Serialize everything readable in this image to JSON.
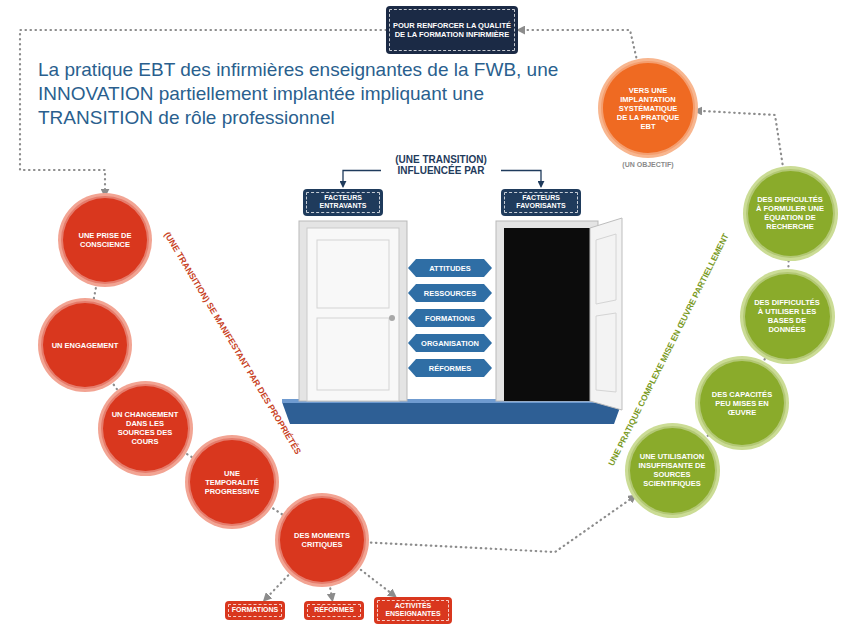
{
  "diagram": {
    "title": "La pratique EBT des infirmières enseignantes de la FWB, une INNOVATION partiellement implantée impliquant une TRANSITION de rôle professionnel",
    "nodes": [
      {
        "text": [
          "POUR RENFORCER LA QUALITÉ DE LA FORMATION INFIRMIÈRE"
        ]
      },
      {
        "text": [
          "VERS UNE IMPLANTATION SYSTÉMATIQUE DE LA PRATIQUE EBT",
          "(UN OBJECTIF)"
        ]
      },
      {
        "text": [
          "FACTEURS ENTRAVANTS"
        ]
      },
      {
        "text": [
          "FACTEURS FAVORISANTS"
        ]
      },
      {
        "text": [
          "ATTITUDES"
        ]
      },
      {
        "text": [
          "RESSOURCES"
        ]
      },
      {
        "text": [
          "FORMATIONS"
        ]
      },
      {
        "text": [
          "ORGANISATION"
        ]
      },
      {
        "text": [
          "RÉFORMES"
        ]
      },
      {
        "text": [
          "UNE PRISE DE CONSCIENCE"
        ]
      },
      {
        "text": [
          "UN ENGAGEMENT"
        ]
      },
      {
        "text": [
          "UN CHANGEMENT DANS LES SOURCES DES COURS"
        ]
      },
      {
        "text": [
          "UNE TEMPORALITÉ PROGRESSIVE"
        ]
      },
      {
        "text": [
          "DES MOMENTS CRITIQUES"
        ]
      },
      {
        "text": [
          "FORMATIONS"
        ]
      },
      {
        "text": [
          "RÉFORMES"
        ]
      },
      {
        "text": [
          "ACTIVITÉS ENSEIGNANTES"
        ]
      },
      {
        "text": [
          "DES DIFFICULTÉS À FORMULER UNE ÉQUATION DE RECHERCHE"
        ]
      },
      {
        "text": [
          "DES DIFFICULTÉS À UTILISER LES BASES DE DONNÉES"
        ]
      },
      {
        "text": [
          "DES CAPACITÉS PEU MISES EN ŒUVRE"
        ]
      },
      {
        "text": [
          "UNE UTILISATION INSUFFISANTE DE SOURCES SCIENTIFIQUES"
        ]
      }
    ],
    "edges": [
      {
        "from": 13,
        "to": 20,
        "arrow": "to"
      },
      {
        "from": 20,
        "to": 19,
        "arrow": "none"
      },
      {
        "from": 19,
        "to": 18,
        "arrow": "none"
      },
      {
        "from": 18,
        "to": 17,
        "arrow": "none"
      },
      {
        "from": 17,
        "to": 1,
        "arrow": "to"
      },
      {
        "from": 1,
        "to": 0,
        "arrow": "to"
      },
      {
        "from": 0,
        "to": 9,
        "arrow": "to"
      },
      {
        "from": 9,
        "to": 10,
        "arrow": "none"
      },
      {
        "from": 10,
        "to": 11,
        "arrow": "none"
      },
      {
        "from": 11,
        "to": 12,
        "arrow": "none"
      },
      {
        "from": 12,
        "to": 13,
        "arrow": "none"
      },
      {
        "from": 13,
        "to": 14,
        "arrow": "to"
      },
      {
        "from": 13,
        "to": 15,
        "arrow": "to"
      },
      {
        "from": 13,
        "to": 16,
        "arrow": "to"
      }
    ],
    "labels": [
      "(UNE TRANSITION) SE MANIFESTANT PAR DES PROPRIÉTÉS",
      "(UNE TRANSITION) INFLUENCÉE PAR",
      "UNE PRATIQUE COMPLEXE MISE EN ŒUVRE PARTIELLEMENT"
    ]
  }
}
